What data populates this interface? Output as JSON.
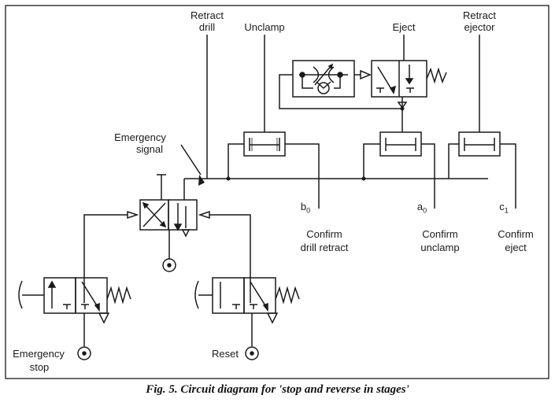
{
  "labels": {
    "retract_drill_1": "Retract",
    "retract_drill_2": "drill",
    "unclamp": "Unclamp",
    "eject": "Eject",
    "retract_ejector_1": "Retract",
    "retract_ejector_2": "ejector",
    "emergency_signal_1": "Emergency",
    "emergency_signal_2": "signal",
    "port_b0": "b",
    "port_b0_sub": "0",
    "port_a0": "a",
    "port_a0_sub": "0",
    "port_c1": "c",
    "port_c1_sub": "1",
    "confirm_drill_1": "Confirm",
    "confirm_drill_2": "drill retract",
    "confirm_unclamp_1": "Confirm",
    "confirm_unclamp_2": "unclamp",
    "confirm_eject_1": "Confirm",
    "confirm_eject_2": "eject",
    "emergency_stop_1": "Emergency",
    "emergency_stop_2": "stop",
    "reset": "Reset"
  },
  "caption": "Fig. 5. Circuit diagram for 'stop and reverse in stages'"
}
